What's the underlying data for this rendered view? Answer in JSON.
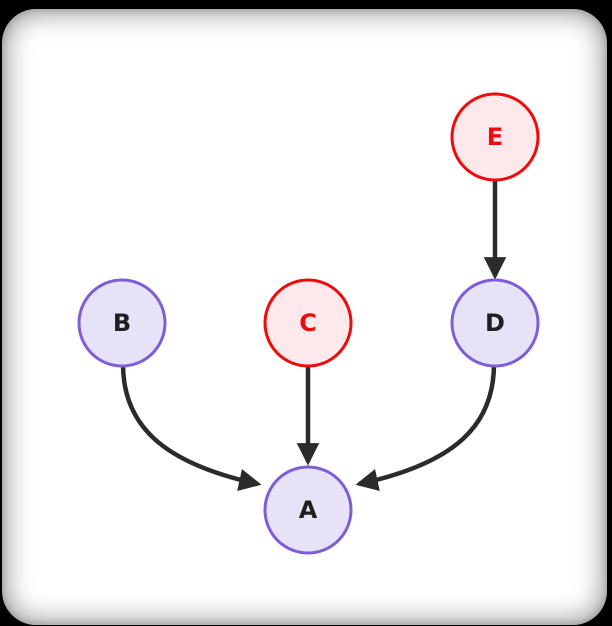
{
  "diagram": {
    "type": "directed-graph",
    "nodes": [
      {
        "id": "A",
        "label": "A",
        "type": "purple"
      },
      {
        "id": "B",
        "label": "B",
        "type": "purple"
      },
      {
        "id": "C",
        "label": "C",
        "type": "red"
      },
      {
        "id": "D",
        "label": "D",
        "type": "purple"
      },
      {
        "id": "E",
        "label": "E",
        "type": "red"
      }
    ],
    "edges": [
      {
        "from": "E",
        "to": "D"
      },
      {
        "from": "B",
        "to": "A"
      },
      {
        "from": "C",
        "to": "A"
      },
      {
        "from": "D",
        "to": "A"
      }
    ],
    "colors": {
      "purple_fill": "#e6e2f8",
      "purple_stroke": "#7d5ed7",
      "purple_text": "#1f1f1f",
      "red_fill": "#fde8ec",
      "red_stroke": "#ee0b0b",
      "red_text": "#ee0b0b",
      "edge": "#2b2b2b",
      "card_background": "#ffffff"
    }
  }
}
